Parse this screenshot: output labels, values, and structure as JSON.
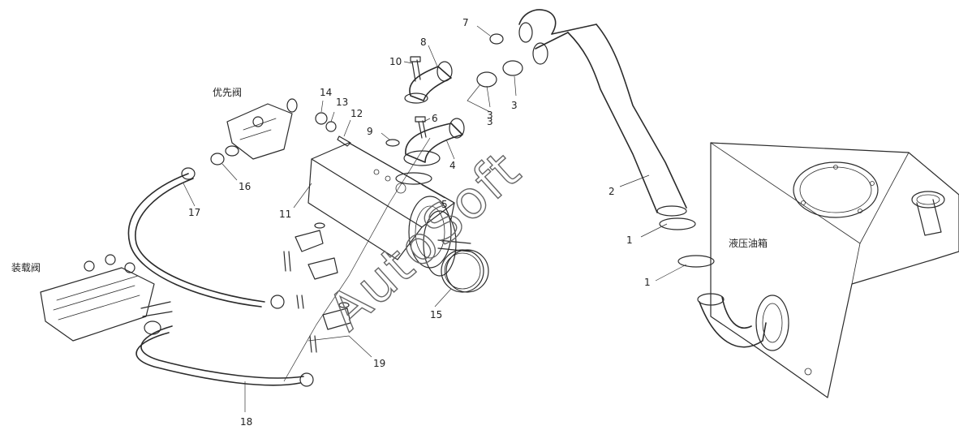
{
  "labels": {
    "priority_valve": "优先阀",
    "loading_valve": "装载阀",
    "hydraulic_tank": "液压油箱"
  },
  "callouts": [
    "1",
    "1",
    "2",
    "3",
    "3",
    "3",
    "4",
    "5",
    "6",
    "7",
    "8",
    "9",
    "10",
    "11",
    "12",
    "13",
    "14",
    "15",
    "16",
    "17",
    "18",
    "19"
  ],
  "watermark": "AutoSoft"
}
